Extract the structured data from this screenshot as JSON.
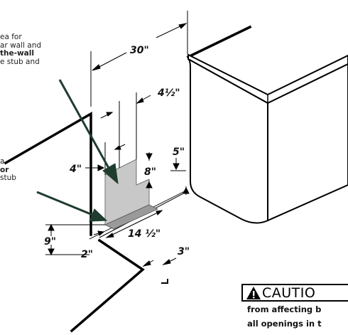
{
  "notes": {
    "upper": {
      "line1": "ea for",
      "line2": "ar wall and",
      "line3_bold": "the-wall",
      "line4": "e stub and"
    },
    "lower": {
      "line1": "a",
      "line2_bold": "or",
      "line3": "stub"
    }
  },
  "dimensions": {
    "width_30": "30\"",
    "d_4_5": "4½\"",
    "d_5": "5\"",
    "d_4": "4\"",
    "d_8": "8\"",
    "d_9": "9\"",
    "d_14_5": "14 ½\"",
    "d_2": "2\"",
    "d_3": "3\""
  },
  "caution": {
    "word": "CAUTIO",
    "line1": "from affecting b",
    "line2": "all openings in t"
  },
  "colors": {
    "wall": "#000000",
    "shaded_area": "#c8c8c8",
    "dark_arrow": "#1f3d2e",
    "appliance_top": "#ffffff"
  }
}
